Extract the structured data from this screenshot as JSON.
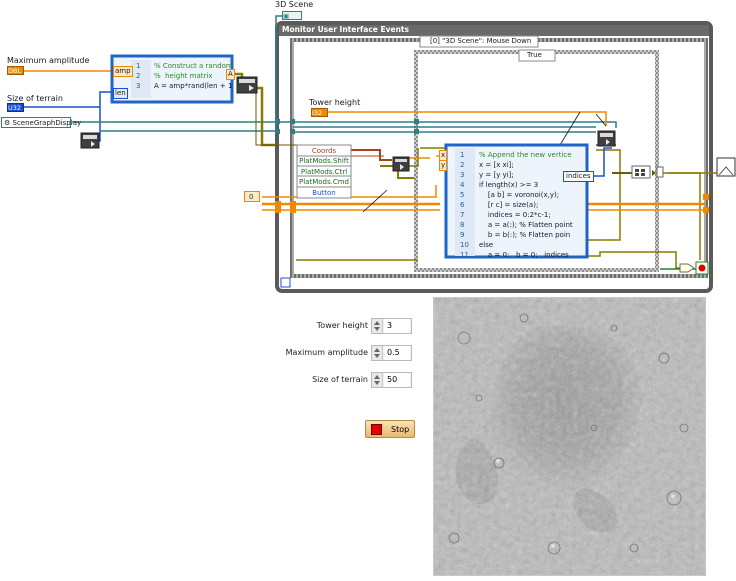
{
  "labels": {
    "scene_3d": "3D Scene",
    "max_amplitude": "Maximum amplitude",
    "size_of_terrain": "Size of terrain",
    "scene_graph_display": "SceneGraphDisplay",
    "tower_height": "Tower height",
    "structure_title": "Monitor User Interface Events",
    "event_case": "[0] \"3D Scene\": Mouse Down",
    "case_true": "True",
    "const_zero": "0",
    "terminal_amp": "amp",
    "terminal_len": "len",
    "terminal_a": "A",
    "terminal_x": "x",
    "terminal_y": "y",
    "terminal_indices": "indices",
    "terminal_i": "i",
    "dbl_chip": "DBL",
    "sgl_chip": "I32",
    "u32_chip": "U32"
  },
  "event_data_nodes": [
    "Coords",
    "PlatMods.Shift",
    "PlatMods.Ctrl",
    "PlatMods.Cmd",
    "Button"
  ],
  "script_top": [
    {
      "n": "1",
      "text": "% Construct a random"
    },
    {
      "n": "2",
      "text": "%  height matrix"
    },
    {
      "n": "3",
      "text": "A = amp*rand(len + 1"
    }
  ],
  "script_main": [
    {
      "n": "1",
      "text": "% Append the new vertice"
    },
    {
      "n": "2",
      "text": "x = [x xi];"
    },
    {
      "n": "3",
      "text": "y = [y yi];"
    },
    {
      "n": "4",
      "text": "if length(x) >= 3"
    },
    {
      "n": "5",
      "text": "    [a b] = voronoi(x,y);"
    },
    {
      "n": "6",
      "text": "    [r c] = size(a);"
    },
    {
      "n": "7",
      "text": "    indices = 0:2*c-1;"
    },
    {
      "n": "8",
      "text": "    a = a(:); % Flatten point"
    },
    {
      "n": "9",
      "text": "    b = b(:); % Flatten poin"
    },
    {
      "n": "10",
      "text": "else"
    },
    {
      "n": "11",
      "text": "    a = 0;   b = 0;   indices"
    }
  ],
  "controls": [
    {
      "label": "Tower height",
      "value": "3"
    },
    {
      "label": "Maximum amplitude",
      "value": "0.5"
    },
    {
      "label": "Size of terrain",
      "value": "50"
    }
  ],
  "stop_label": "Stop",
  "colors": {
    "loop_border": "#5a5a5a",
    "case_border": "#7a7a7a",
    "script_border": "#1f64c8",
    "wire_orange": "#ef8a00",
    "wire_blue": "#1e4fd2",
    "wire_teal": "#2c7f85",
    "wire_olive": "#8a7a00"
  }
}
